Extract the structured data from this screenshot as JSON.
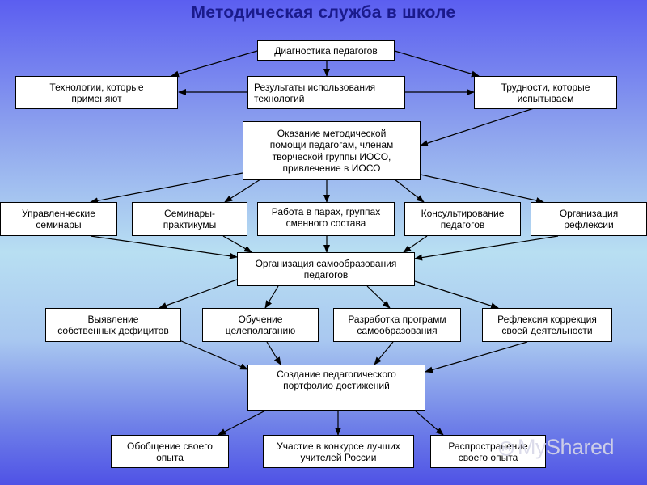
{
  "title": "Методическая служба в школе",
  "nodes": {
    "diagnostics": "Диагностика педагогов",
    "technologies": "Технологии, которые\nприменяют",
    "results": "Результаты использования\nтехнологий",
    "difficulties": "Трудности, которые\nиспытываем",
    "assistance": "Оказание методической\nпомощи педагогам, членам\nтворческой группы ИОСО,\nпривлечение в ИОСО",
    "mgmt_seminars": "Управленческие\nсеминары",
    "workshops": "Семинары-\nпрактикумы",
    "pairs_work": "Работа в парах, группах\nсменного состава",
    "consulting": "Консультирование\nпедагогов",
    "reflection_org": "Организация\nрефлексии",
    "self_education": "Организация самообразования\nпедагогов",
    "deficits": "Выявление\nсобственных дефицитов",
    "goal_setting": "Обучение\nцелеполаганию",
    "programs": "Разработка программ\nсамообразования",
    "reflection_correction": "Рефлексия коррекция\nсвоей деятельности",
    "portfolio": "Создание педагогического\nпортфолио достижений",
    "generalization": "Обобщение своего\nопыта",
    "contest": "Участие в конкурсе лучших\nучителей России",
    "dissemination": "Распространение\nсвоего опыта"
  },
  "watermark": "MyShared"
}
